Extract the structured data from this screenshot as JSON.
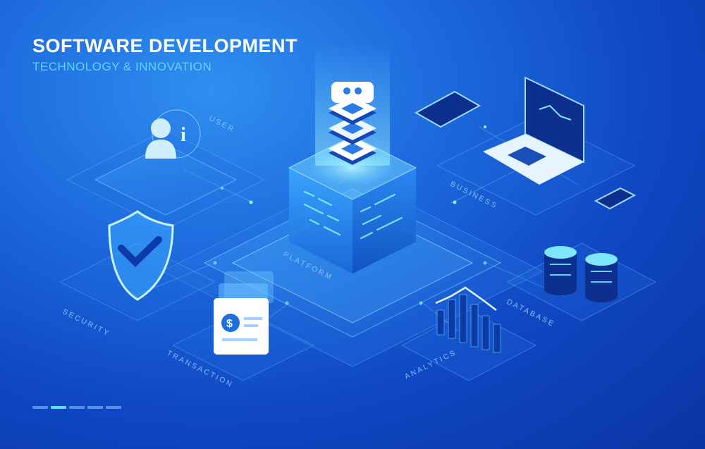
{
  "header": {
    "title": "SOFTWARE DEVELOPMENT",
    "subtitle": "TECHNOLOGY & INNOVATION"
  },
  "nodes": {
    "user": "USER",
    "business": "BUSINESS",
    "platform": "PLATFORM",
    "security": "SECURITY",
    "transaction": "TRANSACTION",
    "analytics": "ANALYTICS",
    "database": "DATABASE"
  },
  "pager": {
    "count": 5,
    "active_index": 1
  },
  "colors": {
    "background": "#1a5fd6",
    "accent": "#5fd6ff",
    "title": "#ffffff"
  }
}
